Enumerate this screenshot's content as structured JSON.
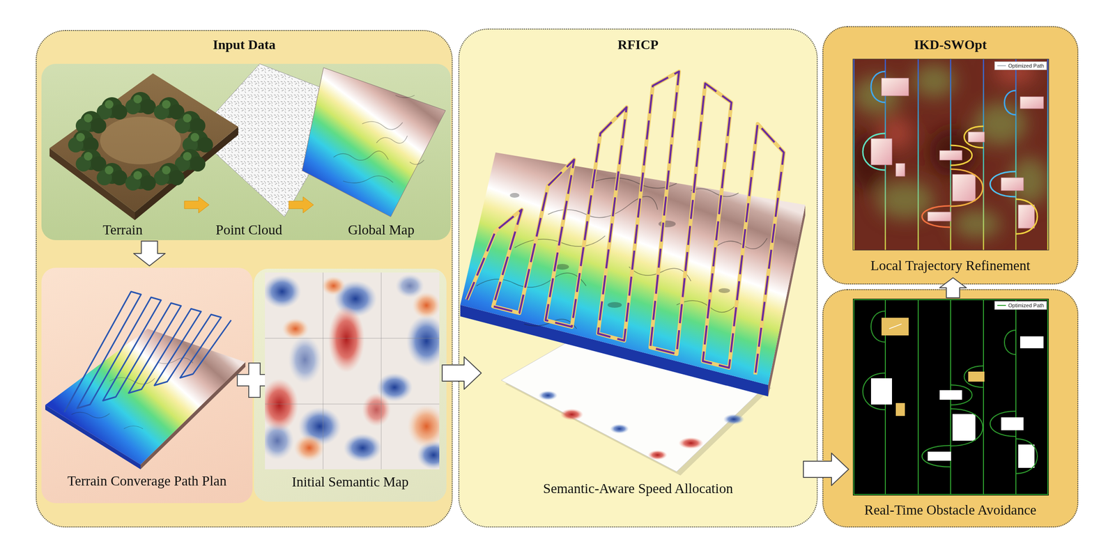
{
  "diagram": {
    "nodes": [
      {
        "text": [
          "Input Data"
        ]
      },
      {
        "text": [
          "Terrain"
        ],
        "in": 0
      },
      {
        "text": [
          "Point Cloud"
        ],
        "in": 0
      },
      {
        "text": [
          "Global Map"
        ],
        "in": 0
      },
      {
        "text": [
          "Terrain Converage Path Plan"
        ],
        "in": 0
      },
      {
        "text": [
          "Initial Semantic Map"
        ],
        "in": 0
      },
      {
        "text": [
          "RFICP",
          "Semantic-Aware Speed Allocation"
        ]
      },
      {
        "text": [
          "IKD-SWOpt",
          "Local Trajectory Refinement"
        ]
      },
      {
        "text": [
          "Real-Time Obstacle Avoidance"
        ]
      }
    ],
    "edges": [
      {
        "from": 1,
        "to": 2,
        "arrow": "to"
      },
      {
        "from": 2,
        "to": 3,
        "arrow": "to"
      },
      {
        "from": 1,
        "to": 4,
        "arrow": "to"
      },
      {
        "from": 0,
        "to": 6,
        "arrow": "to"
      },
      {
        "from": 6,
        "to": 8,
        "arrow": "to"
      },
      {
        "from": 8,
        "to": 7,
        "arrow": "to"
      }
    ],
    "legend": [
      {
        "text": "Optimized Path"
      },
      {
        "text": "Optimized Path"
      }
    ]
  }
}
